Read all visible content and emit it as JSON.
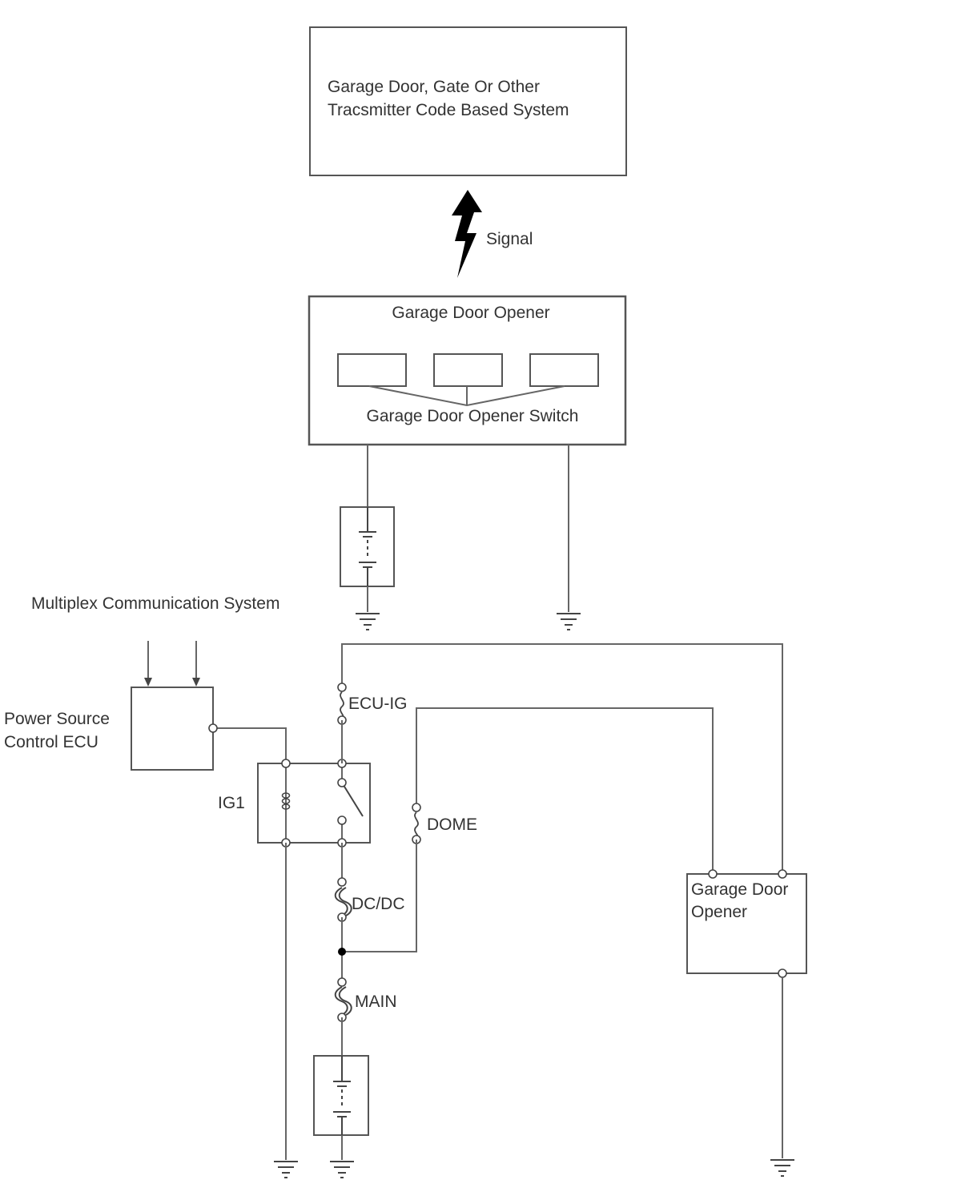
{
  "labels": {
    "top_system_line1": "Garage Door, Gate Or Other",
    "top_system_line2": "Tracsmitter Code Based System",
    "signal": "Signal",
    "opener_box_title": "Garage Door Opener",
    "opener_switch": "Garage Door Opener Switch",
    "multiplex": "Multiplex Communication System",
    "psc_ecu_line1": "Power Source",
    "psc_ecu_line2": "Control ECU",
    "relay_ig1": "IG1",
    "fuse_ecu_ig": "ECU-IG",
    "fuse_dome": "DOME",
    "fuse_dcdc": "DC/DC",
    "fuse_main": "MAIN",
    "opener_right_line1": "Garage Door",
    "opener_right_line2": "Opener"
  }
}
